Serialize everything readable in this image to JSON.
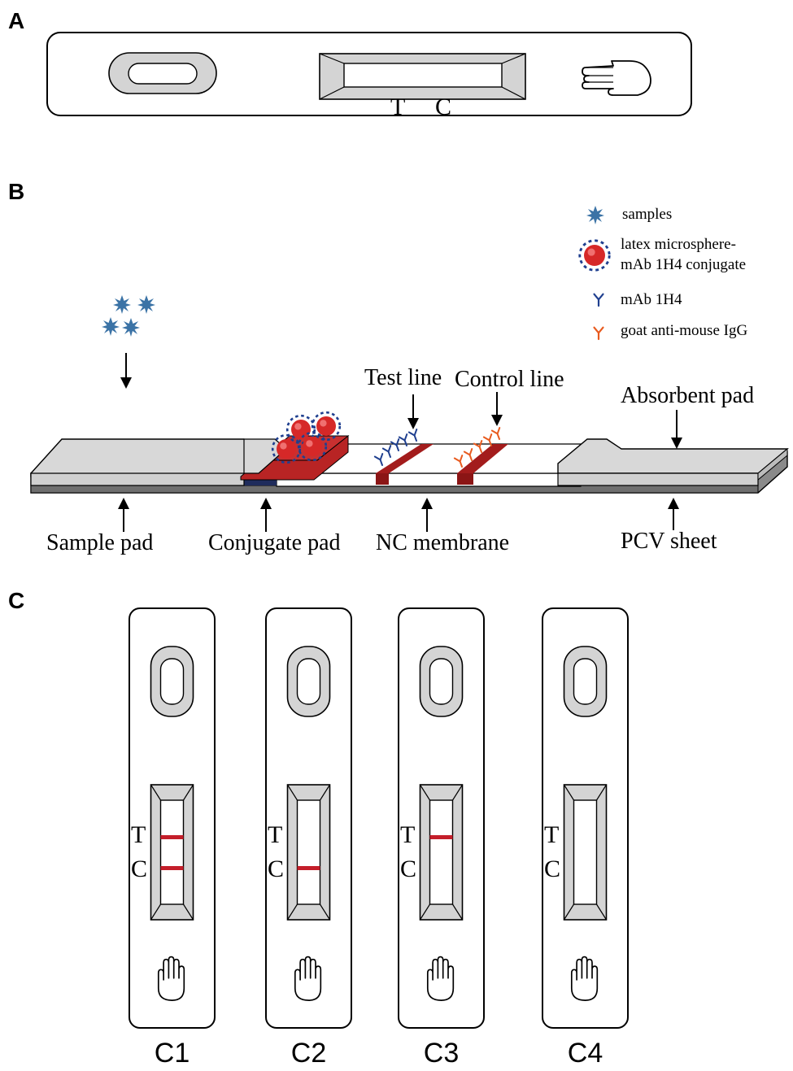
{
  "panels": {
    "a": "A",
    "b": "B",
    "c": "C"
  },
  "panel_a": {
    "t_label": "T",
    "c_label": "C",
    "icons": [
      "sample-well-icon",
      "hand-icon"
    ]
  },
  "panel_b": {
    "legend": {
      "samples": "samples",
      "conjugate_line1": "latex microsphere-",
      "conjugate_line2": "mAb 1H4 conjugate",
      "mab": "mAb 1H4",
      "goat": "goat anti-mouse IgG"
    },
    "labels": {
      "test_line": "Test line",
      "control_line": "Control line",
      "absorbent_pad": "Absorbent pad",
      "sample_pad": "Sample pad",
      "conjugate_pad": "Conjugate pad",
      "nc_membrane": "NC membrane",
      "pcv_sheet": "PCV sheet"
    },
    "colors": {
      "sample": "#3b73a6",
      "microsphere": "#d62828",
      "mab": "#1f3f8f",
      "goat": "#e85a1e",
      "band": "#a31c1c",
      "pad": "#d8d8d8"
    }
  },
  "panel_c": {
    "t_label": "T",
    "c_label": "C",
    "band_color": "#c41e2a",
    "cassettes": [
      {
        "caption": "C1",
        "t_band": true,
        "c_band": true
      },
      {
        "caption": "C2",
        "t_band": false,
        "c_band": true
      },
      {
        "caption": "C3",
        "t_band": true,
        "c_band": false
      },
      {
        "caption": "C4",
        "t_band": false,
        "c_band": false
      }
    ]
  }
}
